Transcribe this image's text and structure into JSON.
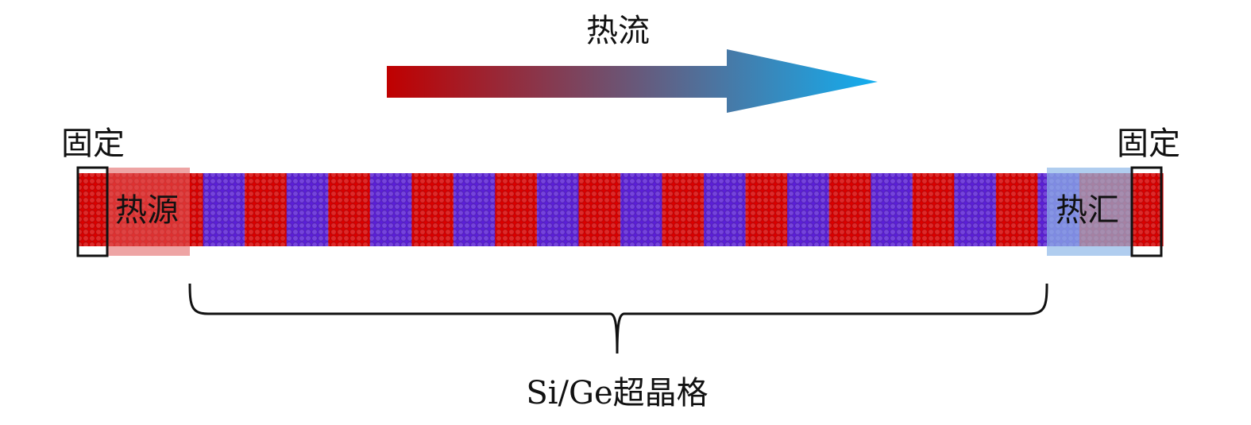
{
  "labels": {
    "heat_flow": "热流",
    "fixed_left": "固定",
    "fixed_right": "固定",
    "heat_source": "热源",
    "heat_sink": "热汇",
    "superlattice": "Si/Ge超晶格"
  },
  "colors": {
    "si": "#d90000",
    "ge": "#5b1fd6",
    "arrow_start": "#c00000",
    "arrow_end": "#12aef0",
    "source_overlay": "#e05a5a",
    "sink_overlay": "#8fb8e8",
    "fixed_box": "#111111"
  },
  "structure": {
    "layers": [
      "Si",
      "Si",
      "Si",
      "Ge",
      "Si",
      "Ge",
      "Si",
      "Ge",
      "Si",
      "Ge",
      "Si",
      "Ge",
      "Si",
      "Ge",
      "Si",
      "Ge",
      "Si",
      "Ge",
      "Si",
      "Ge",
      "Si",
      "Ge",
      "Si",
      "Ge",
      "Si",
      "Si"
    ]
  }
}
